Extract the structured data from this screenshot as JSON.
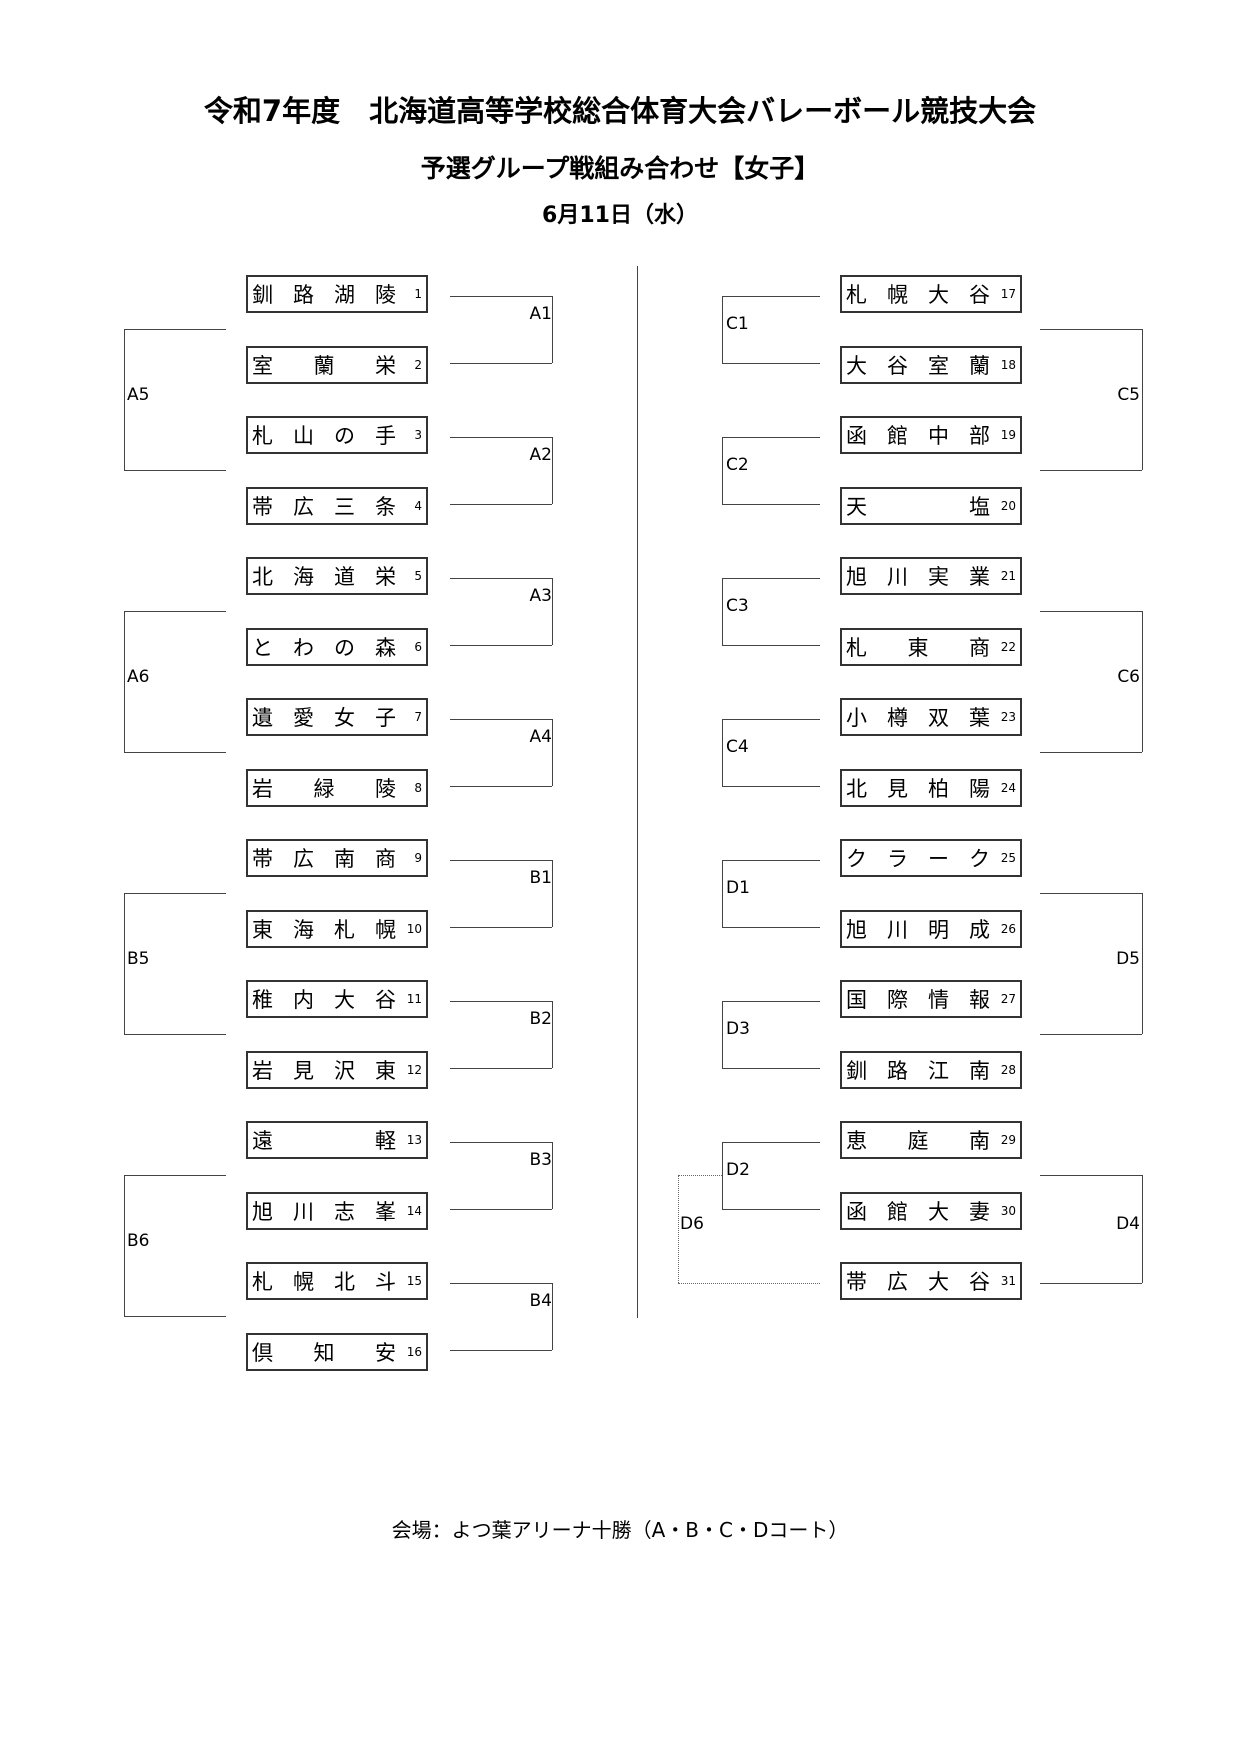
{
  "header": {
    "title": "令和7年度　北海道高等学校総合体育大会バレーボール競技大会",
    "subtitle": "予選グループ戦組み合わせ【女子】",
    "date": "6月11日（水）"
  },
  "teams": [
    {
      "name": "釧路湖陵",
      "num": "1"
    },
    {
      "name": "室蘭栄",
      "num": "2"
    },
    {
      "name": "札山の手",
      "num": "3"
    },
    {
      "name": "帯広三条",
      "num": "4"
    },
    {
      "name": "北海道栄",
      "num": "5"
    },
    {
      "name": "とわの森",
      "num": "6"
    },
    {
      "name": "遺愛女子",
      "num": "7"
    },
    {
      "name": "岩緑陵",
      "num": "8"
    },
    {
      "name": "帯広南商",
      "num": "9"
    },
    {
      "name": "東海札幌",
      "num": "10"
    },
    {
      "name": "稚内大谷",
      "num": "11"
    },
    {
      "name": "岩見沢東",
      "num": "12"
    },
    {
      "name": "遠軽",
      "num": "13"
    },
    {
      "name": "旭川志峯",
      "num": "14"
    },
    {
      "name": "札幌北斗",
      "num": "15"
    },
    {
      "name": "倶知安",
      "num": "16"
    },
    {
      "name": "札幌大谷",
      "num": "17"
    },
    {
      "name": "大谷室蘭",
      "num": "18"
    },
    {
      "name": "函館中部",
      "num": "19"
    },
    {
      "name": "天塩",
      "num": "20"
    },
    {
      "name": "旭川実業",
      "num": "21"
    },
    {
      "name": "札東商",
      "num": "22"
    },
    {
      "name": "小樽双葉",
      "num": "23"
    },
    {
      "name": "北見柏陽",
      "num": "24"
    },
    {
      "name": "クラーク",
      "num": "25"
    },
    {
      "name": "旭川明成",
      "num": "26"
    },
    {
      "name": "国際情報",
      "num": "27"
    },
    {
      "name": "釧路江南",
      "num": "28"
    },
    {
      "name": "恵庭南",
      "num": "29"
    },
    {
      "name": "函館大妻",
      "num": "30"
    },
    {
      "name": "帯広大谷",
      "num": "31"
    }
  ],
  "groups": {
    "A1": "A1",
    "A2": "A2",
    "A3": "A3",
    "A4": "A4",
    "A5": "A5",
    "A6": "A6",
    "B1": "B1",
    "B2": "B2",
    "B3": "B3",
    "B4": "B4",
    "B5": "B5",
    "B6": "B6",
    "C1": "C1",
    "C2": "C2",
    "C3": "C3",
    "C4": "C4",
    "C5": "C5",
    "C6": "C6",
    "D1": "D1",
    "D2": "D2",
    "D3": "D3",
    "D4": "D4",
    "D5": "D5",
    "D6": "D6"
  },
  "footer": "会場：よつ葉アリーナ十勝（A・B・C・Dコート）"
}
